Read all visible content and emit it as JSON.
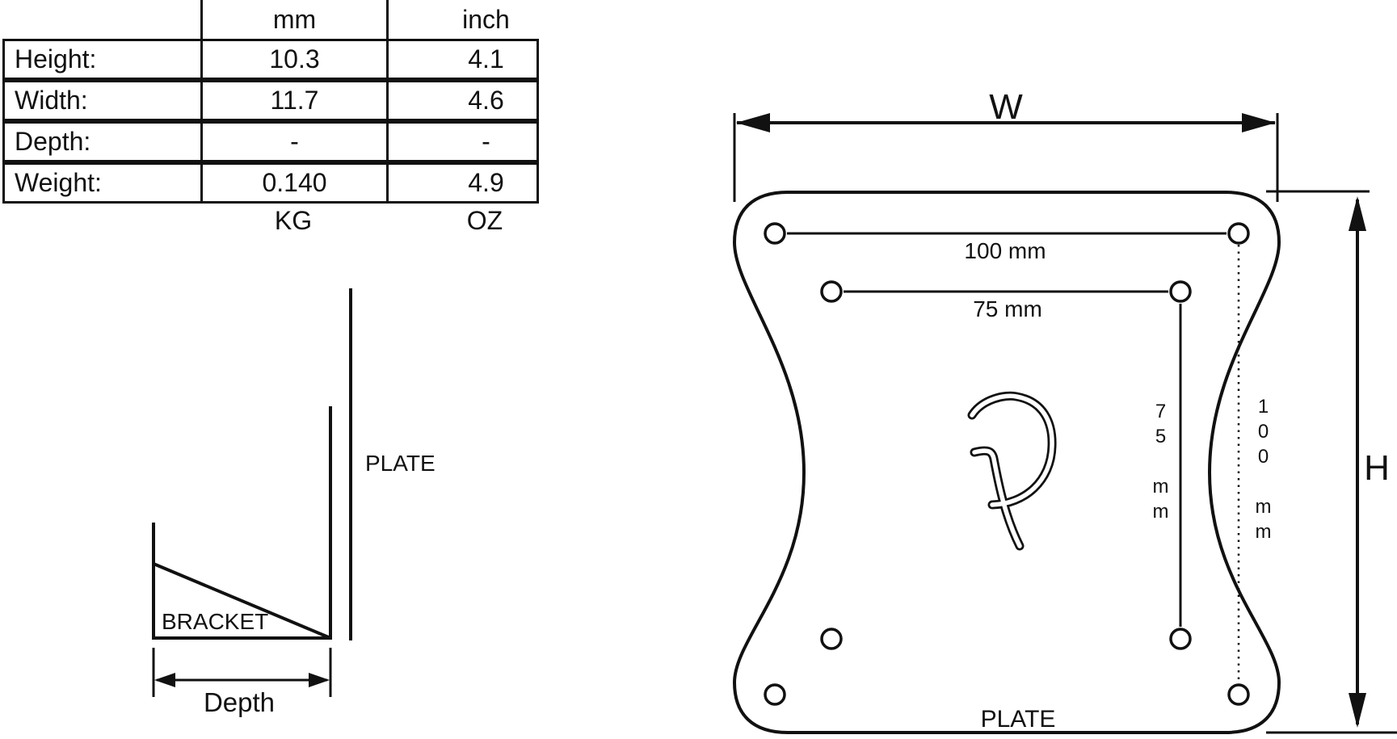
{
  "page": {
    "background": "#ffffff",
    "line_color": "#111111"
  },
  "spec_table": {
    "col_headers": [
      "mm",
      "inch"
    ],
    "rows": [
      {
        "label": "Height:",
        "mm": "10.3",
        "inch": "4.1"
      },
      {
        "label": "Width:",
        "mm": "11.7",
        "inch": "4.6"
      },
      {
        "label": "Depth:",
        "mm": "-",
        "inch": "-"
      },
      {
        "label": "Weight:",
        "mm": "0.140",
        "inch": "4.9"
      }
    ],
    "units": [
      "KG",
      "OZ"
    ]
  },
  "side_view": {
    "plate_label": "PLATE",
    "bracket_label": "BRACKET",
    "depth_label": "Depth"
  },
  "front_view": {
    "width_label": "W",
    "height_label": "H",
    "plate_label": "PLATE",
    "top_spacing_label": "100 mm",
    "inner_spacing_label": "75 mm",
    "right_inner_spacing_label": "75 mm",
    "right_outer_spacing_label": "100 mm",
    "logo": "p-logo",
    "hole_count": 8
  }
}
